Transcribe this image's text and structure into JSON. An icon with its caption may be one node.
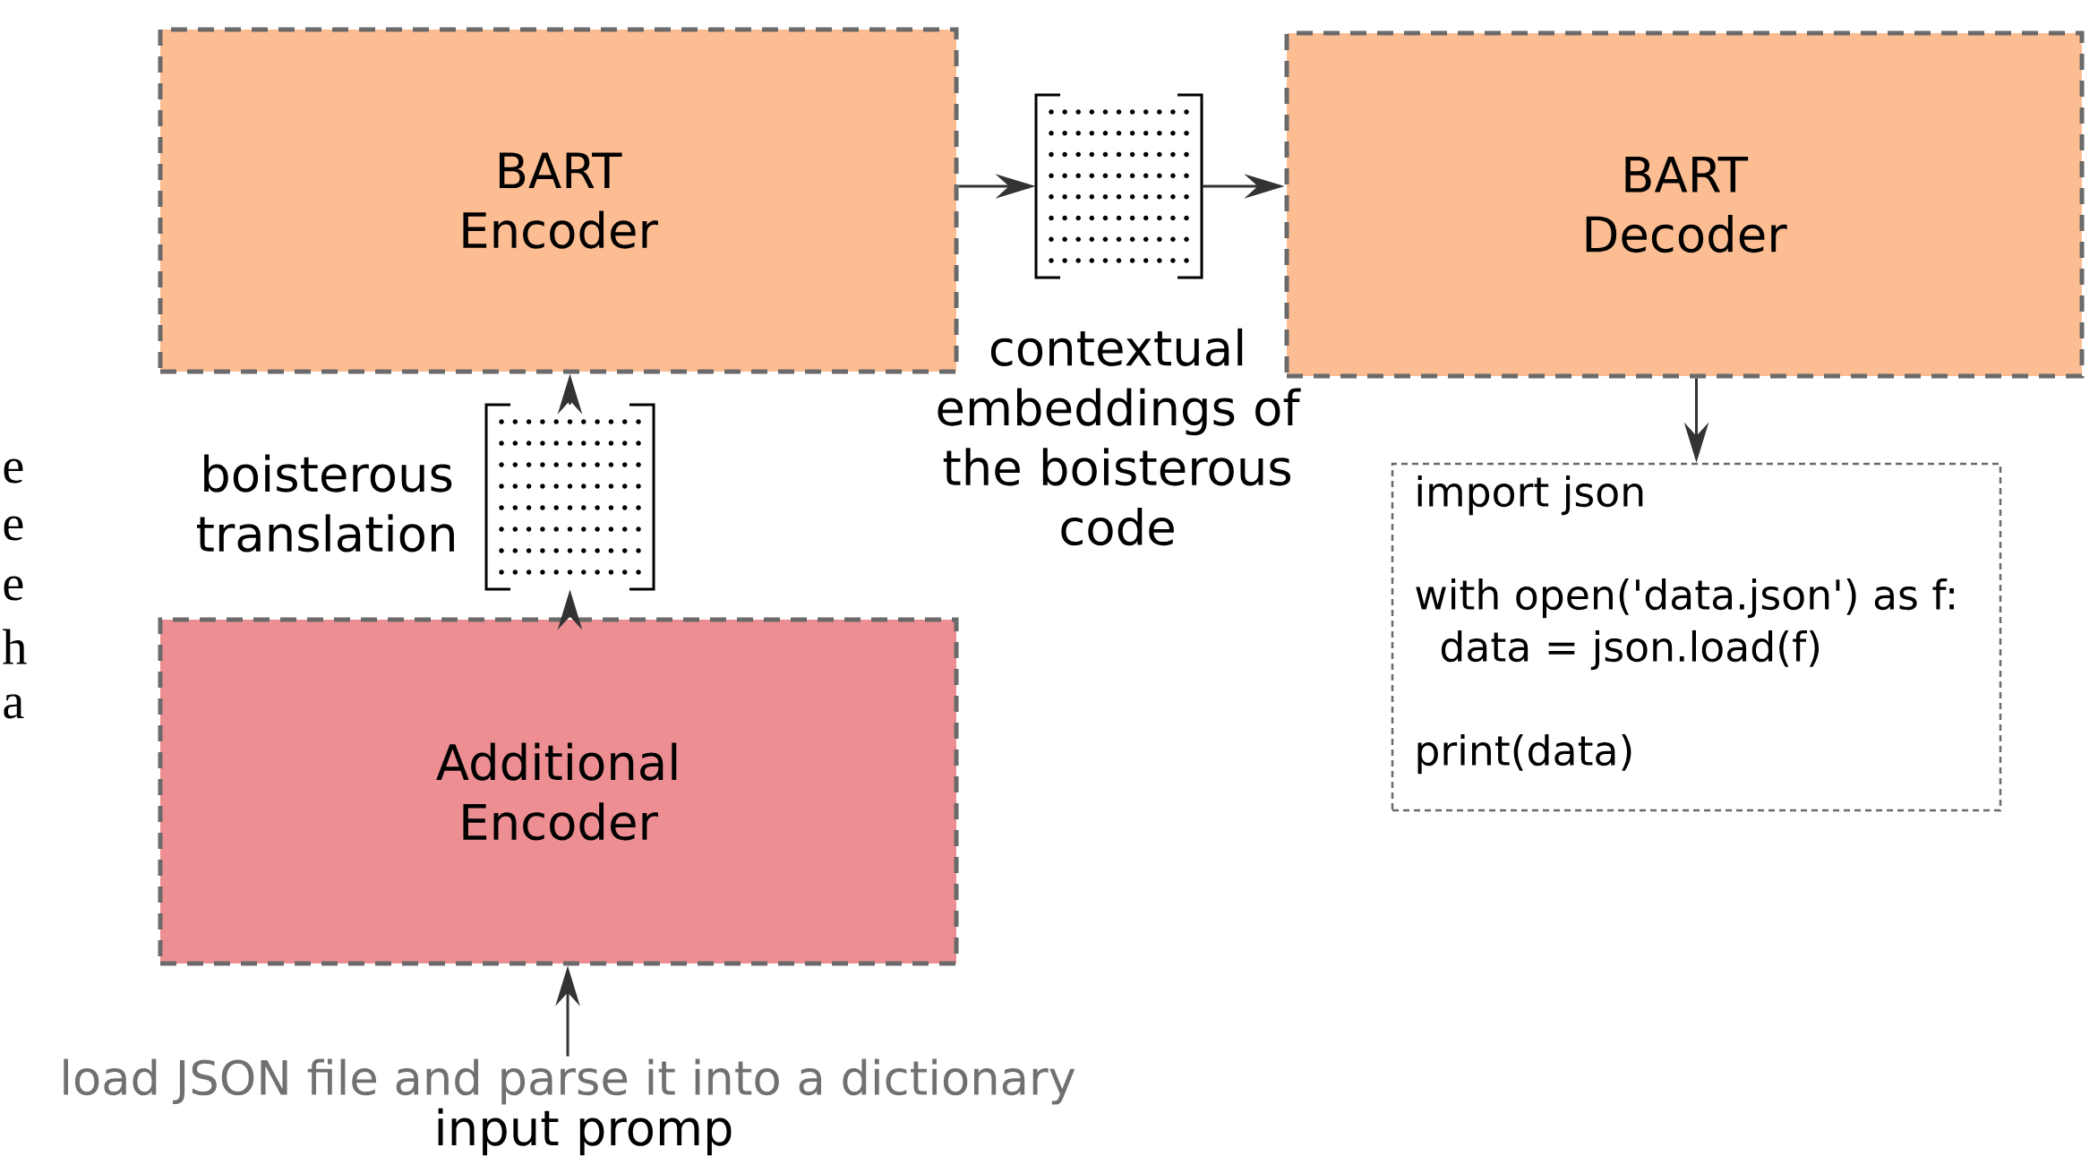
{
  "diagram": {
    "nodes": [
      {
        "text": [
          "BART Encoder"
        ]
      },
      {
        "text": [],
        "shape": "matrix"
      },
      {
        "text": [
          "BART Decoder"
        ]
      },
      {
        "text": [
          "import json",
          "with open('data.json') as f:",
          "data = json.load(f)",
          "print(data)"
        ]
      },
      {
        "text": [],
        "shape": "matrix",
        "beside": [
          "boisterous translation"
        ]
      },
      {
        "text": [
          "Additional Encoder"
        ]
      },
      {
        "text": [
          "load JSON file and parse it into a dictionary"
        ],
        "beside": [
          "input promp"
        ]
      }
    ],
    "edges": [
      {
        "from": 0,
        "to": 1,
        "arrow": "to"
      },
      {
        "from": 1,
        "to": 2,
        "arrow": "to"
      },
      {
        "from": 2,
        "to": 3,
        "arrow": "to"
      },
      {
        "from": 5,
        "to": 4,
        "arrow": "to"
      },
      {
        "from": 4,
        "to": 0,
        "arrow": "to"
      },
      {
        "from": 6,
        "to": 5,
        "arrow": "to"
      }
    ],
    "labels": [
      "contextual embeddings of the boisterous code",
      "e",
      "e",
      "e",
      "h",
      "a"
    ]
  }
}
